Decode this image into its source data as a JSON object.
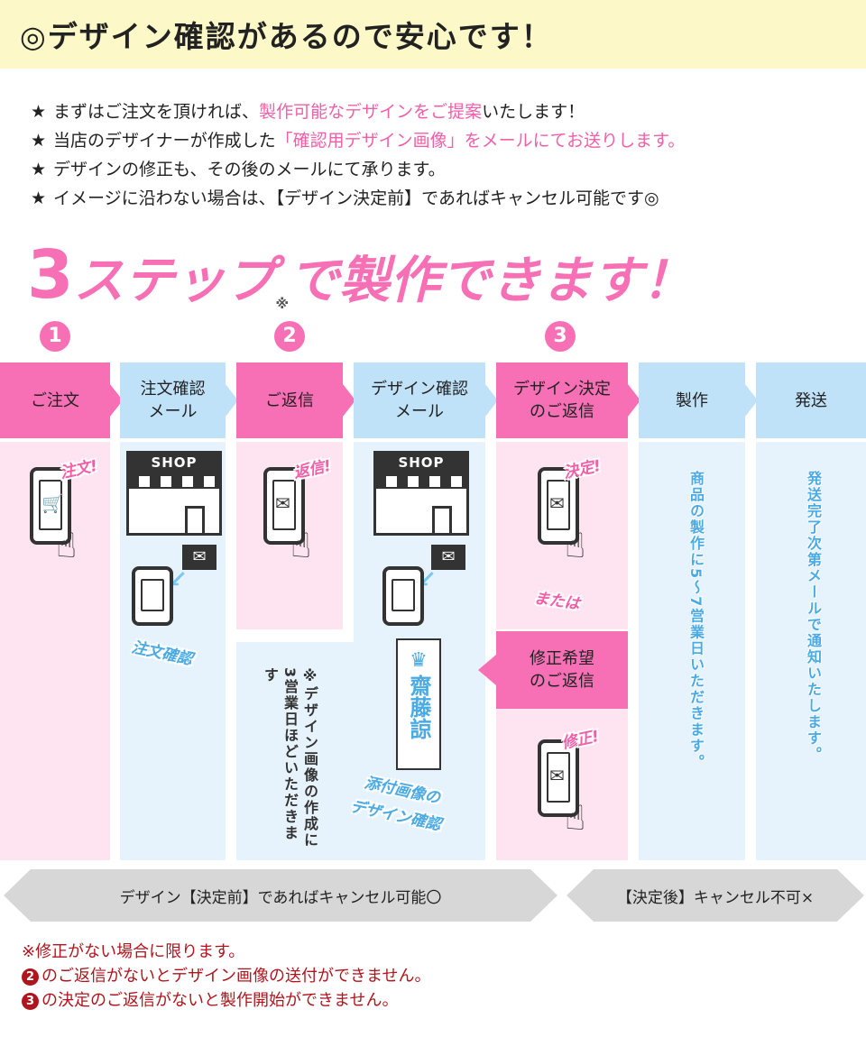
{
  "header": {
    "title": "◎デザイン確認があるので安心です！"
  },
  "notes": [
    {
      "star": "★",
      "pre": "まずはご注文を頂ければ、",
      "highlight": "製作可能なデザインをご提案",
      "post": "いたします！"
    },
    {
      "star": "★",
      "pre": "当店のデザイナーが作成した",
      "highlight": "「確認用デザイン画像」をメールにてお送りします。",
      "post": ""
    },
    {
      "star": "★",
      "pre": "デザインの修正も、その後のメールにて承ります。",
      "highlight": "",
      "post": ""
    },
    {
      "star": "★",
      "pre": "イメージに沿わない場合は、【デザイン決定前】であればキャンセル可能です◎",
      "highlight": "",
      "post": ""
    }
  ],
  "headline": {
    "big": "3",
    "rest": "ステップ",
    "mark": "※",
    "tail": "で製作できます！"
  },
  "steps": [
    "1",
    "2",
    "3"
  ],
  "columns": [
    {
      "label": "ご注文"
    },
    {
      "label": "注文確認\nメール"
    },
    {
      "label": "ご返信"
    },
    {
      "label": "デザイン確認\nメール"
    },
    {
      "label": "デザイン決定\nのご返信"
    },
    {
      "label": "製作"
    },
    {
      "label": "発送"
    }
  ],
  "bursts": {
    "order": "注文!",
    "reply": "返信!",
    "decide": "決定!",
    "or": "または",
    "revise": "修正!"
  },
  "blue_labels": {
    "order_confirm": "注文確認",
    "attach": "添付画像の",
    "attach2": "デザイン確認"
  },
  "shop_sign": "SHOP",
  "vertical_texts": {
    "reply_note": "※デザイン画像の作成に3営業日ほどいただきます",
    "production": "商品の製作に5～7営業日いただきます。",
    "shipping": "発送完了次第メールで通知いたします。"
  },
  "seal": {
    "name": "齋藤諒"
  },
  "revise_box": {
    "label": "修正希望\nのご返信"
  },
  "bars": {
    "before": "デザイン【決定前】であればキャンセル可能〇",
    "after": "【決定後】キャンセル不可×"
  },
  "footnotes": [
    {
      "num": "",
      "text": "※修正がない場合に限ります。"
    },
    {
      "num": "2",
      "text": "のご返信がないとデザイン画像の送付ができません。"
    },
    {
      "num": "3",
      "text": "の決定のご返信がないと製作開始ができません。"
    }
  ],
  "icons": {
    "envelope": "envelope-icon",
    "cart": "cart-icon",
    "hand": "pointing-hand-icon",
    "crown": "crown-icon"
  },
  "colors": {
    "pink": "#f770b5",
    "light_pink": "#fde4f0",
    "blue": "#bfe2f8",
    "light_blue": "#e7f3fc",
    "note_red": "#b0151d"
  }
}
